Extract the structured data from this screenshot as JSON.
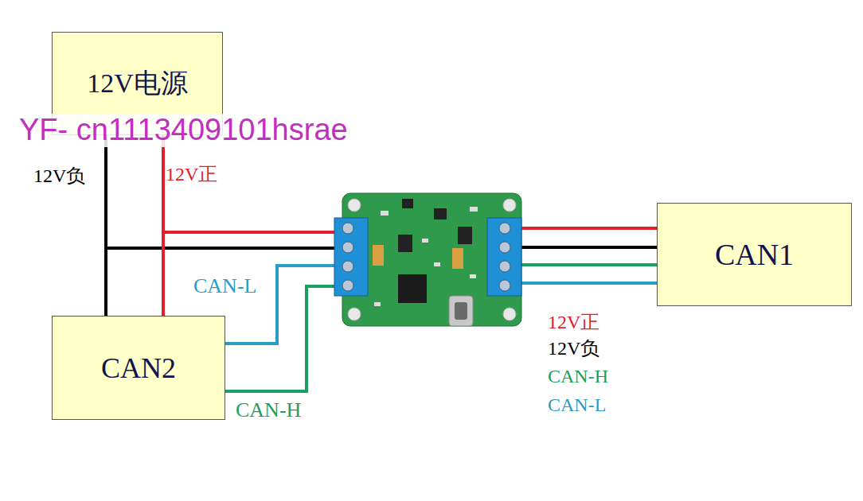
{
  "diagram": {
    "nodes": [
      {
        "text": [
          "12V电源"
        ]
      },
      {
        "text": [
          "CAN1"
        ]
      },
      {
        "text": [
          "CAN2"
        ]
      }
    ],
    "edges": [
      {
        "from": 0,
        "to": 2,
        "label": "12V负",
        "arrow": "none"
      },
      {
        "from": 0,
        "to": 2,
        "label": "12V正",
        "arrow": "none"
      }
    ],
    "labels": [
      "YF- cn1113409101hsrae",
      "CAN-L",
      "CAN-H",
      "12V正",
      "12V负",
      "CAN-H",
      "CAN-L"
    ]
  }
}
